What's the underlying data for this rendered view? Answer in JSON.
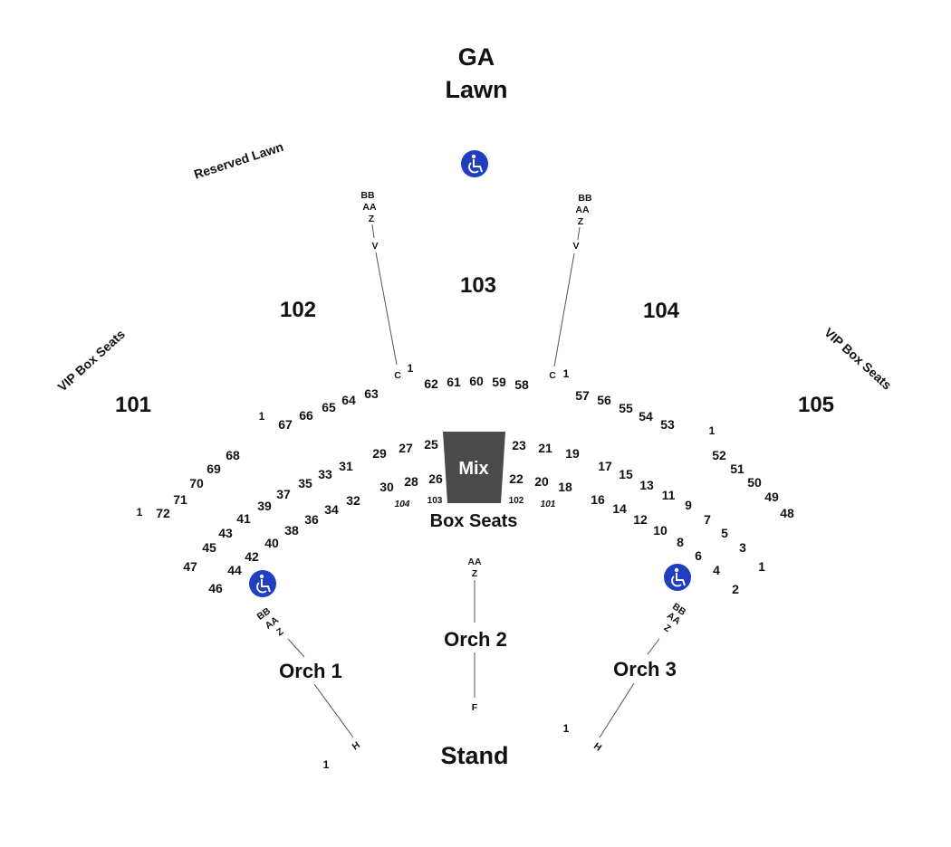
{
  "areas": {
    "ga": "GA",
    "lawn": "Lawn",
    "reserved_lawn": "Reserved Lawn",
    "vip_left": "VIP Box Seats",
    "vip_right": "VIP Box Seats",
    "box_seats": "Box Seats",
    "mix": "Mix",
    "stand": "Stand"
  },
  "sections": {
    "s101": "101",
    "s102": "102",
    "s103": "103",
    "s104": "104",
    "s105": "105",
    "orch1": "Orch 1",
    "orch2": "Orch 2",
    "orch3": "Orch 3",
    "box104": "104",
    "box103": "103",
    "box102": "102",
    "box101": "101"
  },
  "row_markers": {
    "aisle_left": [
      "BB",
      "AA",
      "Z",
      "V",
      "C"
    ],
    "aisle_right": [
      "BB",
      "AA",
      "Z",
      "V",
      "C"
    ],
    "orch1": [
      "BB",
      "AA",
      "Z",
      "H"
    ],
    "orch2": [
      "AA",
      "Z",
      "F"
    ],
    "orch3": [
      "BB",
      "AA",
      "Z",
      "H"
    ]
  },
  "seat_numbers": {
    "first_seat": "1",
    "left_vip_outer": [
      "68",
      "69",
      "70",
      "71",
      "72"
    ],
    "upper_102": [
      "67",
      "66",
      "65",
      "64",
      "63"
    ],
    "upper_103": [
      "62",
      "61",
      "60",
      "59",
      "58"
    ],
    "upper_104": [
      "57",
      "56",
      "55",
      "54",
      "53"
    ],
    "right_vip_outer": [
      "52",
      "51",
      "50",
      "49",
      "48"
    ],
    "box_row1_left": [
      "29",
      "27",
      "25"
    ],
    "box_row1_right": [
      "23",
      "21",
      "19"
    ],
    "box_row2_left": [
      "30",
      "28",
      "26"
    ],
    "box_row2_right": [
      "22",
      "20",
      "18"
    ],
    "arc1_left": [
      "31",
      "33",
      "35",
      "37",
      "39",
      "41",
      "43",
      "45",
      "47"
    ],
    "arc2_left": [
      "32",
      "34",
      "36",
      "38",
      "40",
      "42",
      "44",
      "46"
    ],
    "arc1_right": [
      "17",
      "15",
      "13",
      "11",
      "9",
      "7",
      "5",
      "3",
      "1"
    ],
    "arc2_right": [
      "16",
      "14",
      "12",
      "10",
      "8",
      "6",
      "4",
      "2"
    ]
  },
  "colors": {
    "background": "#ffffff",
    "text": "#111111",
    "mix_fill": "#4a4a4a",
    "accessible_blue": "#1f3fbf",
    "line": "#555555"
  },
  "icons": {
    "accessible": "wheelchair-icon"
  }
}
